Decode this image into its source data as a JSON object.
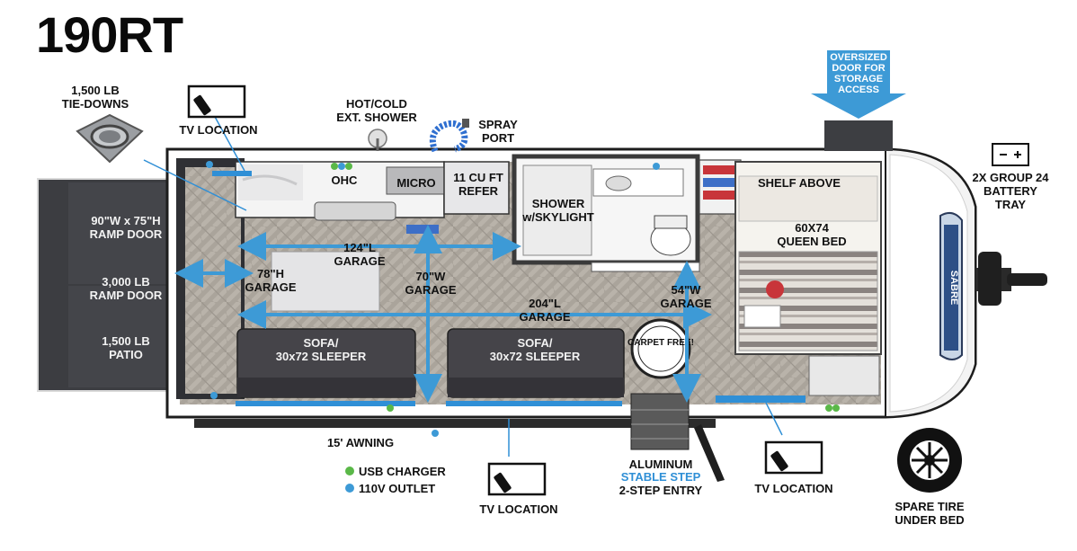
{
  "model": "190RT",
  "labels": {
    "tie_downs": "1,500 LB\nTIE-DOWNS",
    "tv_top": "TV LOCATION",
    "hot_cold_shower": "HOT/COLD\nEXT. SHOWER",
    "spray_port": "SPRAY\nPORT",
    "oversized_door": "OVERSIZED\nDOOR FOR\nSTORAGE\nACCESS",
    "battery": "2X GROUP 24\nBATTERY\nTRAY",
    "ohc": "OHC",
    "micro": "MICRO",
    "refer": "11 CU FT\nREFER",
    "shower": "SHOWER\nw/SKYLIGHT",
    "shelf_above": "SHELF ABOVE",
    "queen_bed": "60X74\nQUEEN BED",
    "ramp_size": "90\"W x 75\"H\nRAMP DOOR",
    "ramp_weight": "3,000 LB\nRAMP DOOR",
    "patio": "1,500 LB\nPATIO",
    "garage_height": "78\"H\nGARAGE",
    "garage_124": "124\"L\nGARAGE",
    "garage_70": "70\"W\nGARAGE",
    "garage_204": "204\"L\nGARAGE",
    "garage_54": "54\"W\nGARAGE",
    "sofa_left": "SOFA/\n30x72 SLEEPER",
    "sofa_right": "SOFA/\n30x72 SLEEPER",
    "carpet_free": "CARPET FREE!",
    "awning": "15' AWNING",
    "usb_charger": "USB CHARGER",
    "outlet_110v": "110V OUTLET",
    "tv_bottom": "TV LOCATION",
    "aluminum": "ALUMINUM",
    "stable_step": "STABLE STEP",
    "two_step": "2-STEP ENTRY",
    "tv_right": "TV LOCATION",
    "spare_tire": "SPARE TIRE\nUNDER BED",
    "brand_vertical": "SABRE"
  },
  "colors": {
    "arrow_blue": "#3d9ad6",
    "door_blue": "#2f8fd6",
    "usb_green": "#5ab848",
    "outlet_blue": "#3d9ad6",
    "floor_wood": "#a9a39a",
    "dark_panel": "#3f4044",
    "stable_step_blue": "#2f8fd6"
  },
  "icons": [
    "tie-down-icon",
    "tv-icon",
    "shower-faucet-icon",
    "spray-hose-icon",
    "battery-icon",
    "spare-tire-icon",
    "down-arrow-icon"
  ]
}
